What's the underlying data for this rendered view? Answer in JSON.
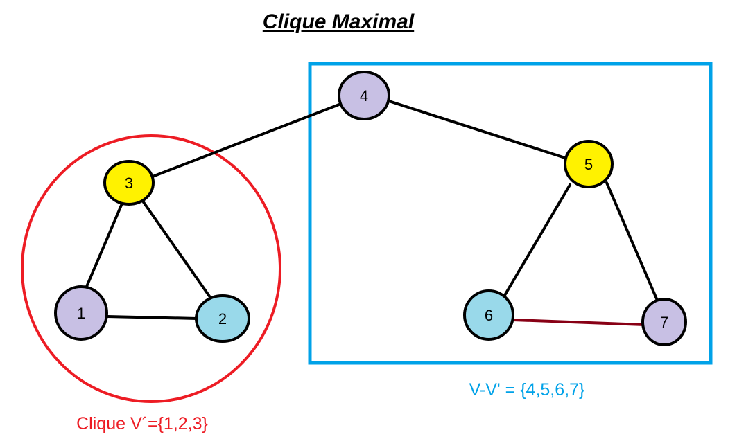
{
  "title": "Clique Maximal",
  "colors": {
    "purple": "#c8c0e4",
    "cyan": "#99d9ea",
    "yellow": "#fff200",
    "stroke": "#000000",
    "clique_circle": "#ed1c24",
    "complement_box": "#00a2e8",
    "edge_dark_red": "#880015"
  },
  "nodes": [
    {
      "id": "1",
      "label": "1",
      "fill": "#c8c0e4"
    },
    {
      "id": "2",
      "label": "2",
      "fill": "#99d9ea"
    },
    {
      "id": "3",
      "label": "3",
      "fill": "#fff200"
    },
    {
      "id": "4",
      "label": "4",
      "fill": "#c8c0e4"
    },
    {
      "id": "5",
      "label": "5",
      "fill": "#fff200"
    },
    {
      "id": "6",
      "label": "6",
      "fill": "#99d9ea"
    },
    {
      "id": "7",
      "label": "7",
      "fill": "#c8c0e4"
    }
  ],
  "edges": [
    {
      "from": "1",
      "to": "3",
      "color": "#000000"
    },
    {
      "from": "2",
      "to": "3",
      "color": "#000000"
    },
    {
      "from": "1",
      "to": "2",
      "color": "#000000"
    },
    {
      "from": "3",
      "to": "4",
      "color": "#000000"
    },
    {
      "from": "4",
      "to": "5",
      "color": "#000000"
    },
    {
      "from": "5",
      "to": "6",
      "color": "#000000"
    },
    {
      "from": "5",
      "to": "7",
      "color": "#000000"
    },
    {
      "from": "6",
      "to": "7",
      "color": "#880015"
    }
  ],
  "clique_caption": "Clique V´={1,2,3}",
  "complement_caption": "V-V' = {4,5,6,7}"
}
